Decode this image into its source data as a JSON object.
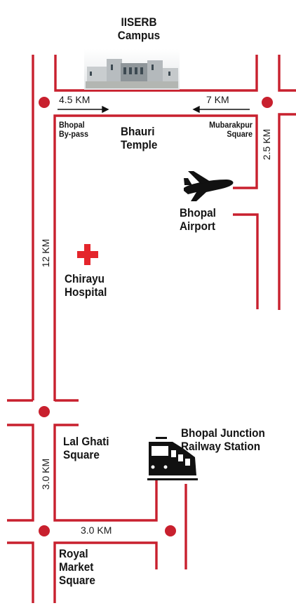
{
  "places": {
    "iiserb": "IISERB\nCampus",
    "bhauri_temple": "Bhauri\nTemple",
    "bhopal_bypass": "Bhopal\nBy-pass",
    "mubarakpur_square": "Mubarakpur\nSquare",
    "bhopal_airport": "Bhopal\nAirport",
    "chirayu_hospital": "Chirayu\nHospital",
    "lal_ghati_square": "Lal Ghati\nSquare",
    "railway_station": "Bhopal Junction\nRailway Station",
    "royal_market_square": "Royal\nMarket\nSquare"
  },
  "distances": {
    "bypass_to_temple": "4.5 KM",
    "mubarakpur_to_temple": "7 KM",
    "mubarakpur_to_airport": "2.5 KM",
    "bypass_to_lalghati": "12 KM",
    "lalghati_to_royal": "3.0 KM",
    "royal_to_station": "3.0 KM"
  },
  "colors": {
    "road": "#c8202e",
    "junction": "#c8202e",
    "hospital_cross": "#e4252b",
    "icon": "#111111"
  },
  "icons": [
    "campus-building-image",
    "airplane-icon",
    "hospital-cross-icon",
    "train-icon"
  ]
}
